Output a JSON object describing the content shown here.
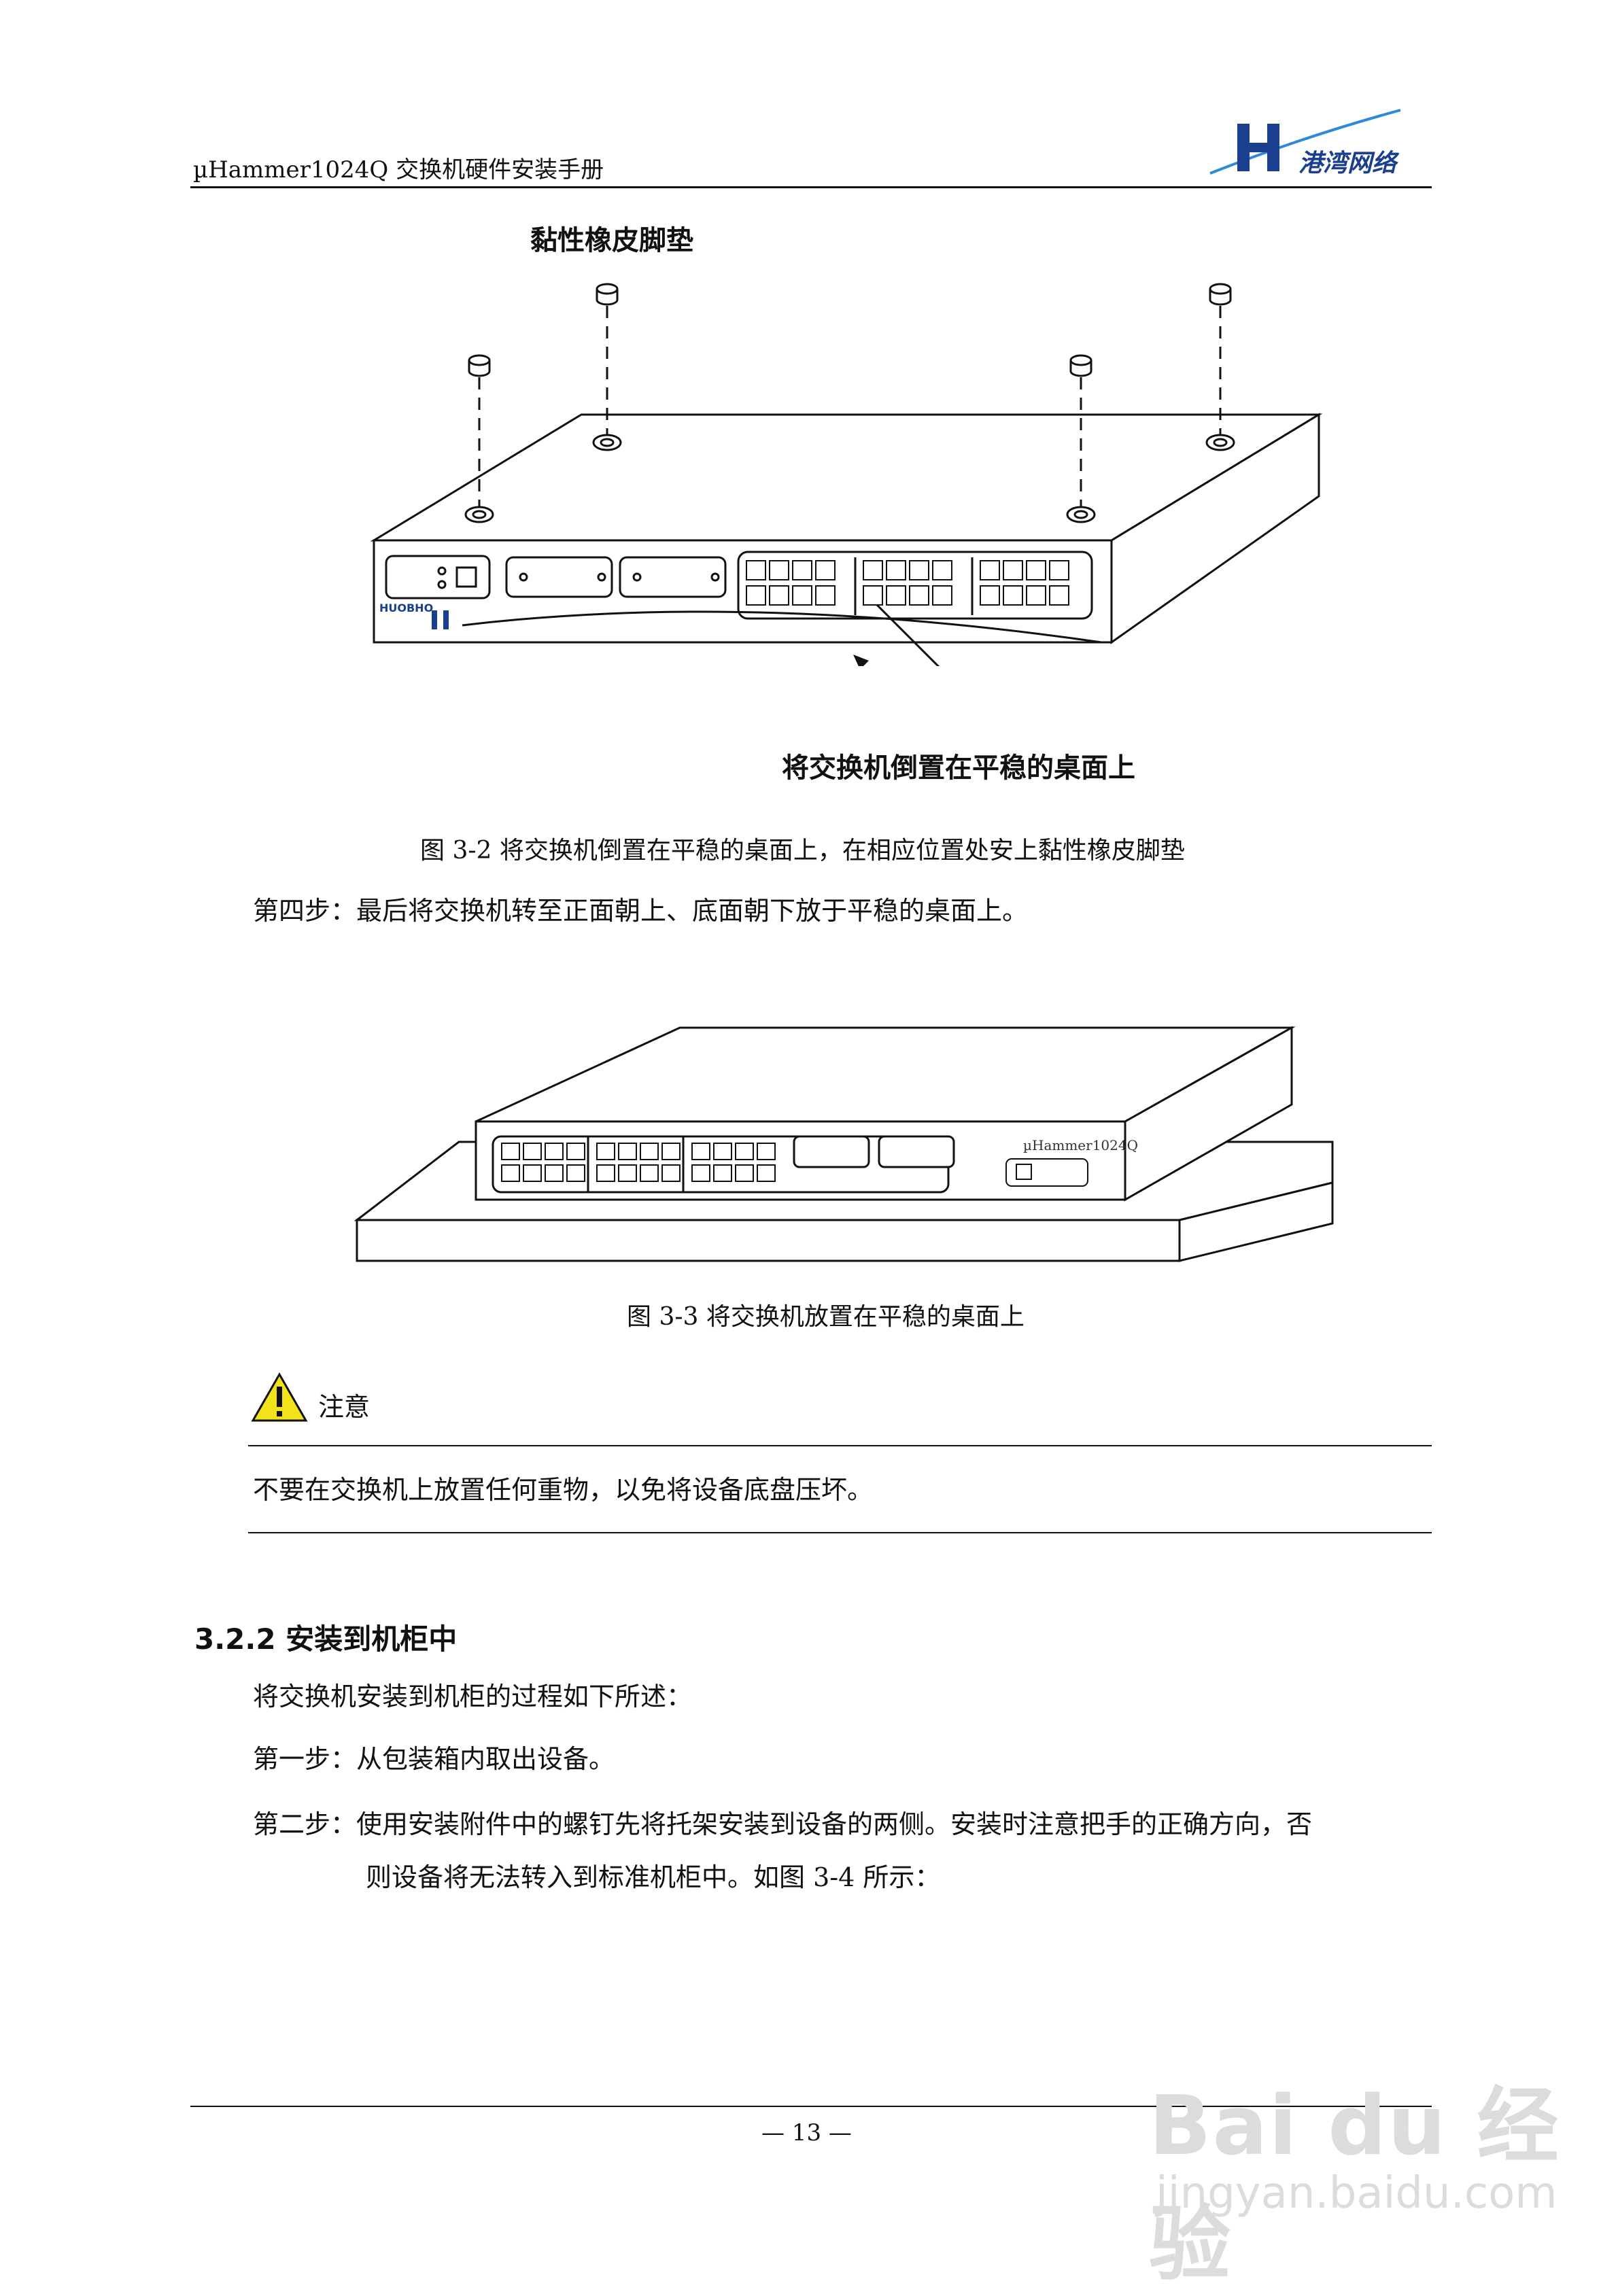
{
  "header": {
    "title": "µHammer1024Q 交换机硬件安装手册",
    "logo_text": "港湾网络",
    "logo_letter": "H"
  },
  "figure2": {
    "label_top": "黏性橡皮脚垫",
    "label_bottom": "将交换机倒置在平稳的桌面上",
    "brand_mark": "HUOBHO",
    "caption": "图 3-2  将交换机倒置在平稳的桌面上，在相应位置处安上黏性橡皮脚垫"
  },
  "step4": "第四步：最后将交换机转至正面朝上、底面朝下放于平稳的桌面上。",
  "figure3": {
    "device_label": "µHammer1024Q",
    "caption": "图 3-3 将交换机放置在平稳的桌面上"
  },
  "note": {
    "title": "注意",
    "body": "不要在交换机上放置任何重物，以免将设备底盘压坏。"
  },
  "section": {
    "heading": "3.2.2 安装到机柜中",
    "intro": "将交换机安装到机柜的过程如下所述：",
    "step1": "第一步：从包装箱内取出设备。",
    "step2_line1": "第二步：使用安装附件中的螺钉先将托架安装到设备的两侧。安装时注意把手的正确方向，否",
    "step2_line2": "则设备将无法转入到标准机柜中。如图 3-4 所示："
  },
  "footer": {
    "page": "—  13  —"
  },
  "watermark": {
    "brand": "Bai du 经验",
    "url": "jingyan.baidu.com"
  },
  "colors": {
    "logo_blue": "#1b3f8f",
    "logo_light": "#2e8ad8",
    "warning_yellow": "#f2e21a"
  }
}
